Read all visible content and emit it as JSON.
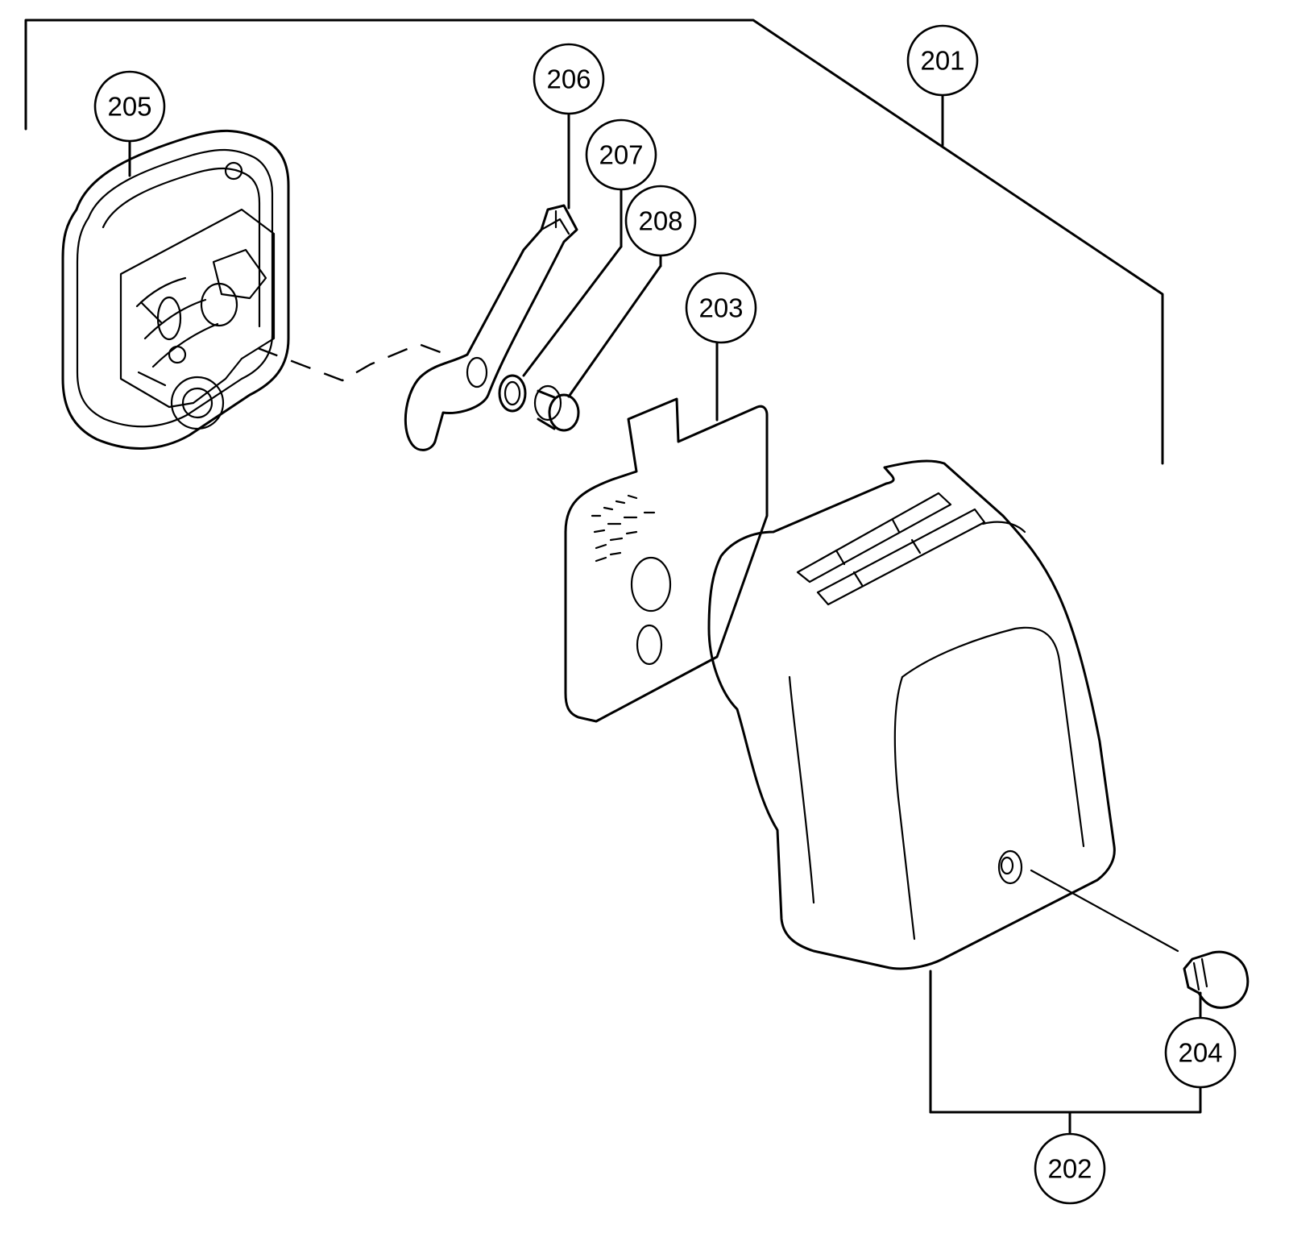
{
  "diagram": {
    "type": "exploded-parts-diagram",
    "callouts": [
      {
        "id": "c201",
        "label": "201"
      },
      {
        "id": "c202",
        "label": "202"
      },
      {
        "id": "c203",
        "label": "203"
      },
      {
        "id": "c204",
        "label": "204"
      },
      {
        "id": "c205",
        "label": "205"
      },
      {
        "id": "c206",
        "label": "206"
      },
      {
        "id": "c207",
        "label": "207"
      },
      {
        "id": "c208",
        "label": "208"
      }
    ]
  }
}
